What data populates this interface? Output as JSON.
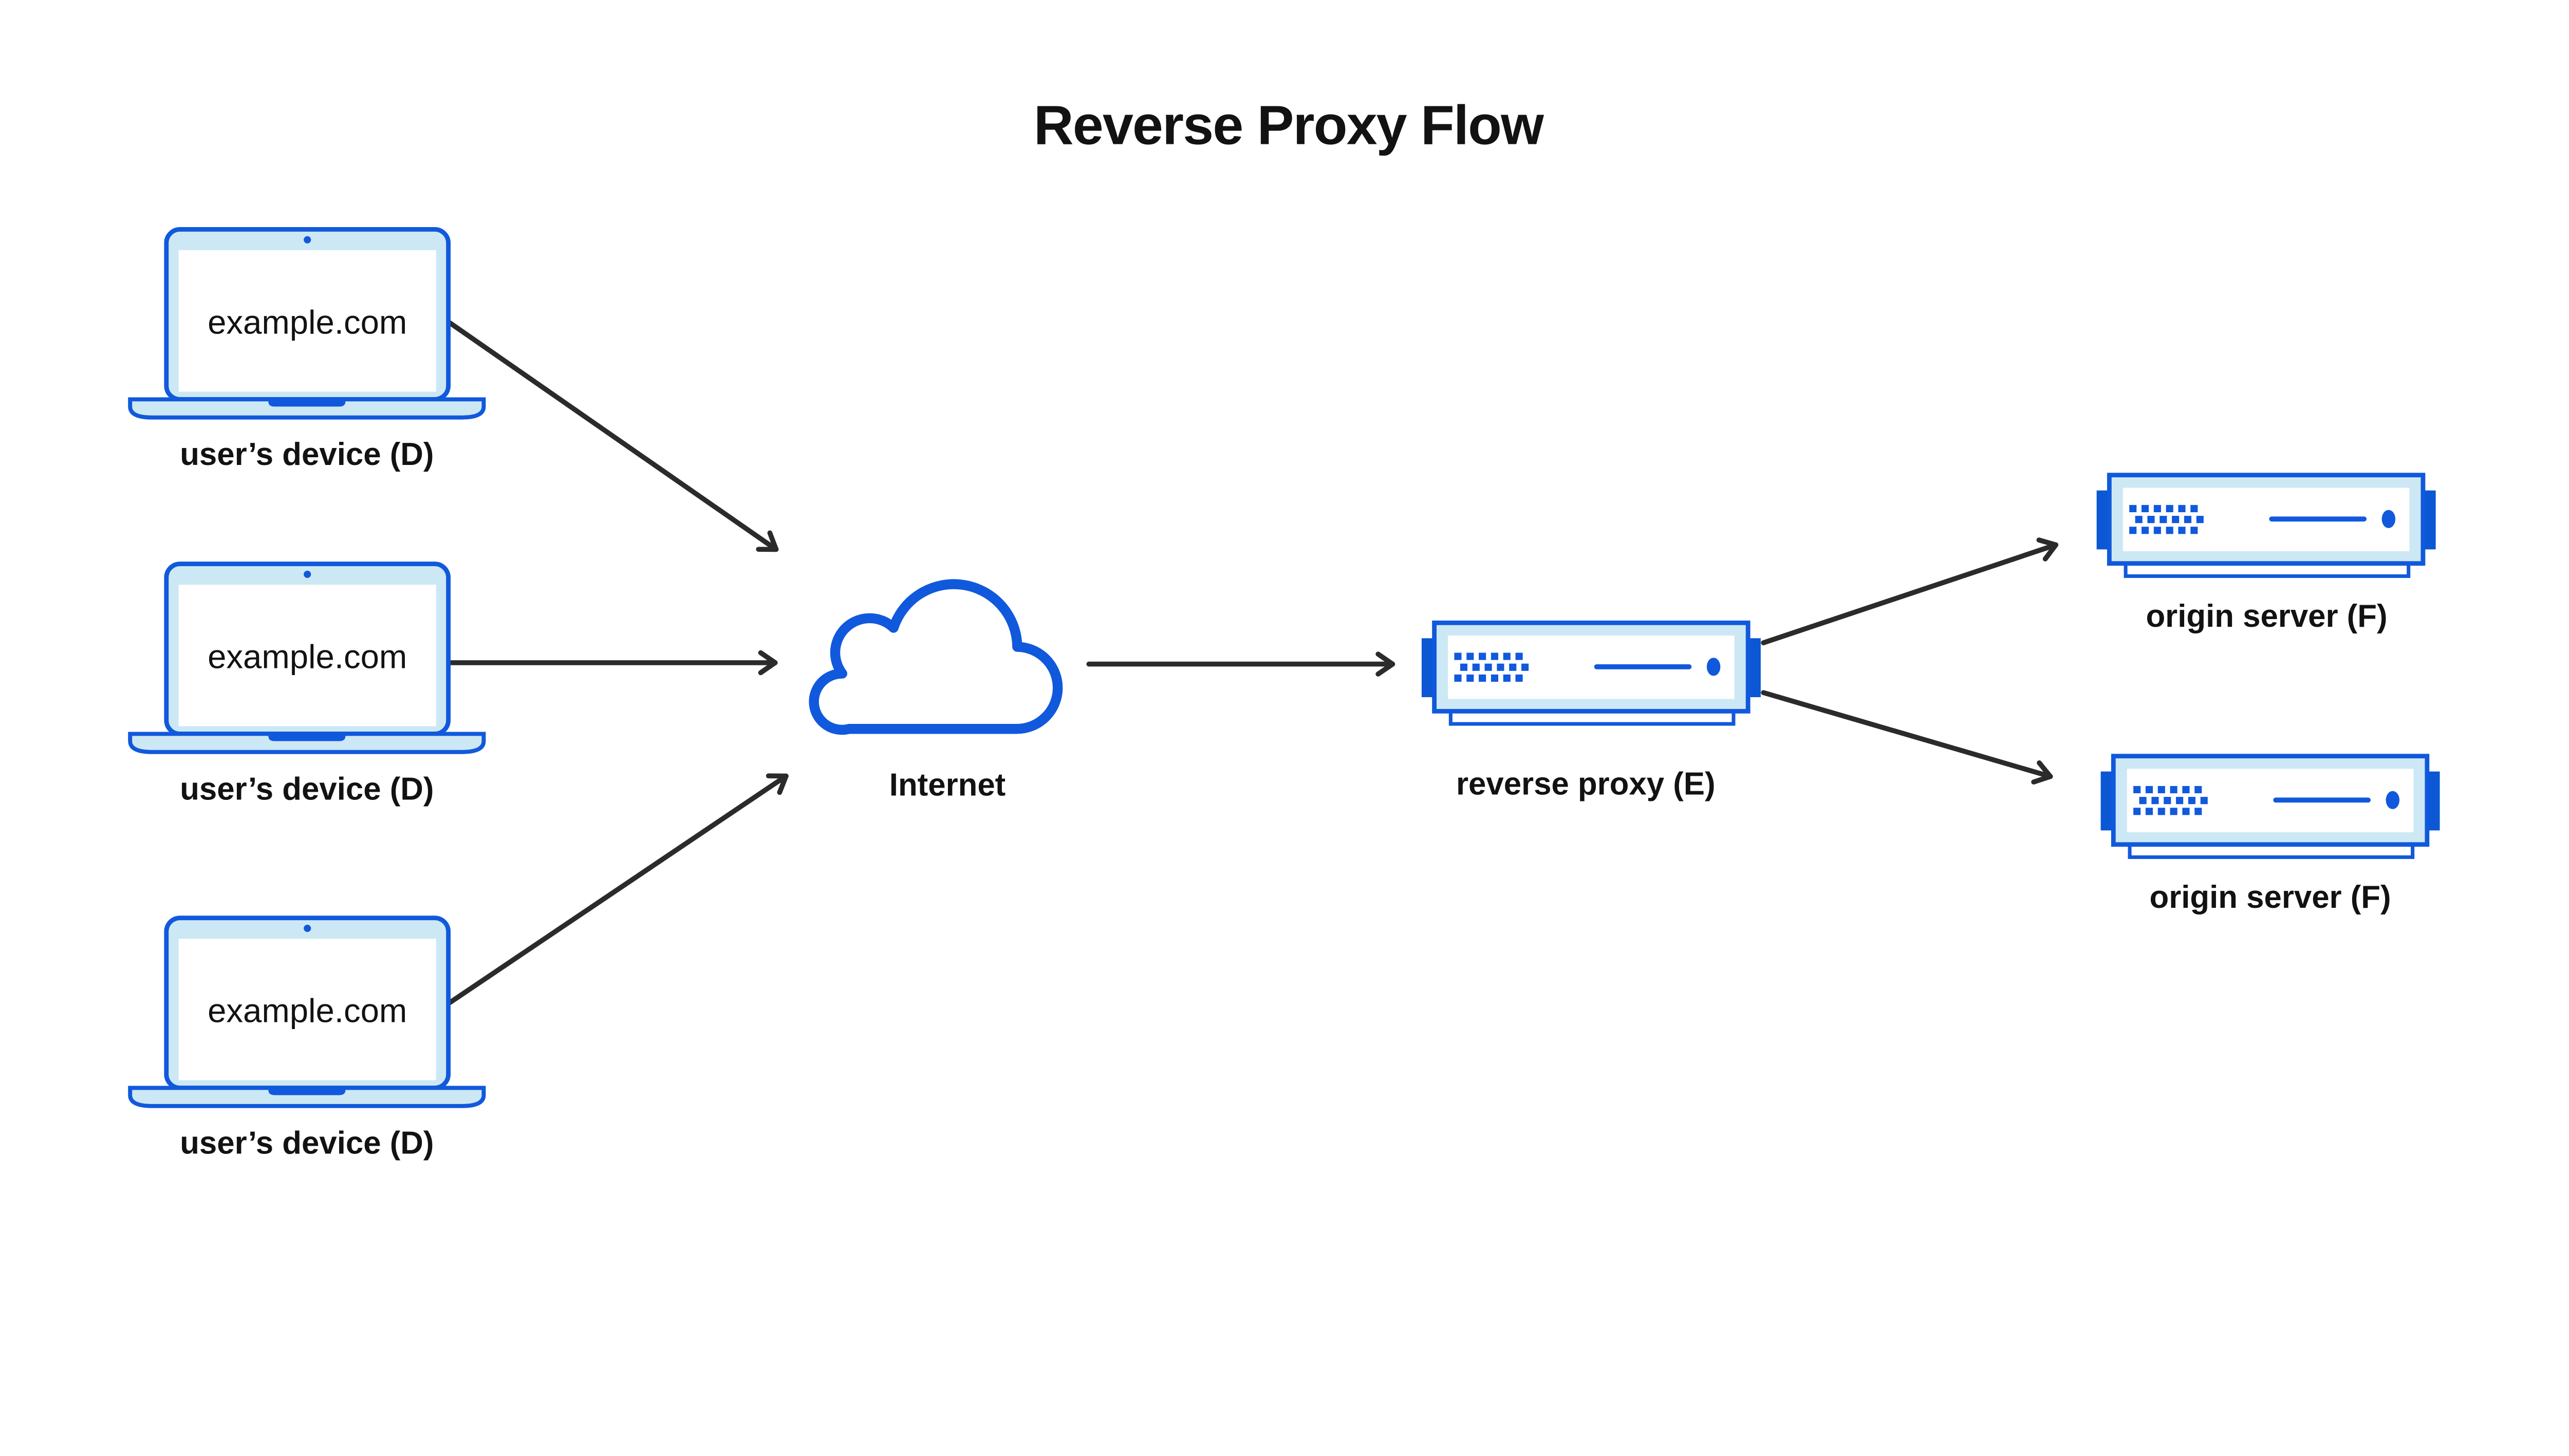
{
  "title": "Reverse Proxy Flow",
  "colors": {
    "primary_blue": "#1159dc",
    "fill_light_blue": "#cde8f5",
    "tab_blue": "#0b57d4",
    "arrow_black": "#2b2b2b",
    "text_black": "#121212",
    "background": "#ffffff"
  },
  "devices": [
    {
      "screen_text": "example.com",
      "label": "user’s device (D)"
    },
    {
      "screen_text": "example.com",
      "label": "user’s device (D)"
    },
    {
      "screen_text": "example.com",
      "label": "user’s device (D)"
    }
  ],
  "internet": {
    "label": "Internet"
  },
  "reverse_proxy": {
    "label": "reverse proxy (E)"
  },
  "origin_servers": [
    {
      "label": "origin server (F)"
    },
    {
      "label": "origin server (F)"
    }
  ]
}
